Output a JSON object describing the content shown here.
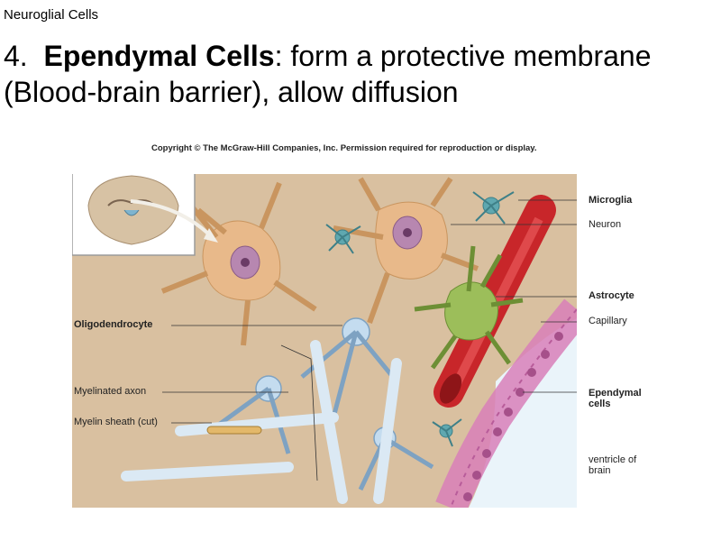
{
  "header": {
    "kicker": "Neuroglial Cells"
  },
  "headline": {
    "number": "4.",
    "term": "Ependymal Cells",
    "definition": ":  form a protective membrane (Blood-brain barrier), allow diffusion"
  },
  "figure": {
    "copyright": "Copyright © The McGraw-Hill Companies, Inc. Permission required for reproduction or display.",
    "labels": {
      "microglia": "Microglia",
      "neuron": "Neuron",
      "astrocyte": "Astrocyte",
      "capillary": "Capillary",
      "ependymal_line1": "Ependymal",
      "ependymal_line2": "cells",
      "ventricle_line1": "ventricle of",
      "ventricle_line2": "brain",
      "oligodendrocyte": "Oligodendrocyte",
      "myelinated_axon": "Myelinated axon",
      "myelin_sheath": "Myelin sheath (cut)"
    }
  }
}
